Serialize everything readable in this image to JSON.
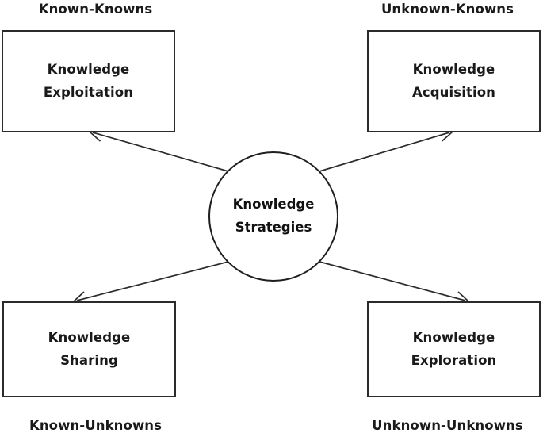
{
  "diagram": {
    "center": {
      "label_line1": "Knowledge",
      "label_line2": "Strategies",
      "shape": "circle"
    },
    "quadrants": [
      {
        "id": "top-left",
        "corner_label": "Known-Knowns",
        "box_line1": "Knowledge",
        "box_line2": "Exploitation"
      },
      {
        "id": "top-right",
        "corner_label": "Unknown-Knowns",
        "box_line1": "Knowledge",
        "box_line2": "Acquisition"
      },
      {
        "id": "bottom-left",
        "corner_label": "Known-Unknowns",
        "box_line1": "Knowledge",
        "box_line2": "Sharing"
      },
      {
        "id": "bottom-right",
        "corner_label": "Unknown-Unknowns",
        "box_line1": "Knowledge",
        "box_line2": "Exploration"
      }
    ],
    "connectors": [
      {
        "id": "center-to-top-left",
        "from": "center",
        "to": "top-left",
        "style": "arrow"
      },
      {
        "id": "center-to-top-right",
        "from": "center",
        "to": "top-right",
        "style": "arrow"
      },
      {
        "id": "center-to-bottom-left",
        "from": "center",
        "to": "bottom-left",
        "style": "arrow"
      },
      {
        "id": "center-to-bottom-right",
        "from": "center",
        "to": "bottom-right",
        "style": "arrow"
      }
    ],
    "colors": {
      "background": "#ffffff",
      "stroke": "#2b2b2b",
      "text": "#1a1a1a"
    }
  }
}
